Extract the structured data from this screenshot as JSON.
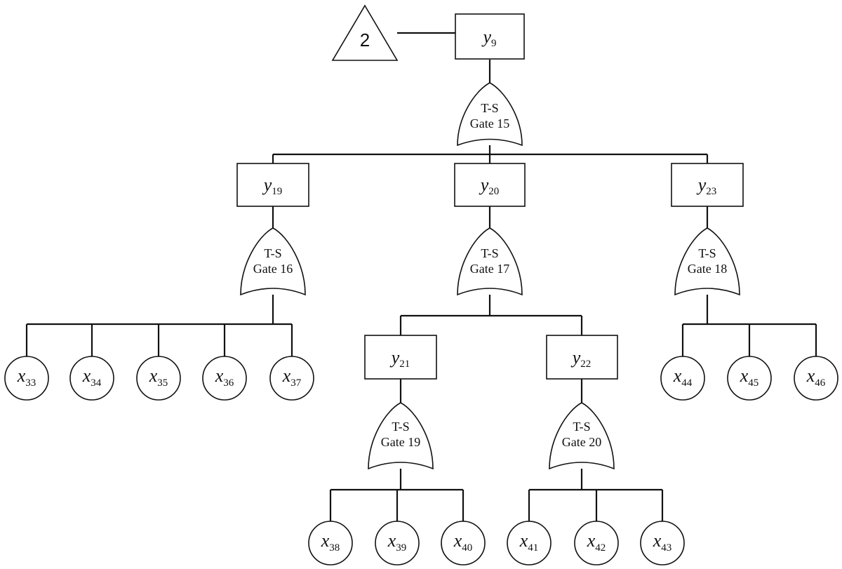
{
  "transfer": {
    "label": "2"
  },
  "top_event": {
    "main": "y",
    "sub": "9"
  },
  "gates": [
    {
      "id": "g15",
      "line1": "T-S",
      "line2": "Gate 15"
    },
    {
      "id": "g16",
      "line1": "T-S",
      "line2": "Gate 16"
    },
    {
      "id": "g17",
      "line1": "T-S",
      "line2": "Gate 17"
    },
    {
      "id": "g18",
      "line1": "T-S",
      "line2": "Gate 18"
    },
    {
      "id": "g19",
      "line1": "T-S",
      "line2": "Gate 19"
    },
    {
      "id": "g20",
      "line1": "T-S",
      "line2": "Gate 20"
    }
  ],
  "intermediate_events": [
    {
      "id": "y19",
      "main": "y",
      "sub": "19"
    },
    {
      "id": "y20",
      "main": "y",
      "sub": "20"
    },
    {
      "id": "y23",
      "main": "y",
      "sub": "23"
    },
    {
      "id": "y21",
      "main": "y",
      "sub": "21"
    },
    {
      "id": "y22",
      "main": "y",
      "sub": "22"
    }
  ],
  "basic_events": [
    {
      "id": "x33",
      "main": "x",
      "sub": "33"
    },
    {
      "id": "x34",
      "main": "x",
      "sub": "34"
    },
    {
      "id": "x35",
      "main": "x",
      "sub": "35"
    },
    {
      "id": "x36",
      "main": "x",
      "sub": "36"
    },
    {
      "id": "x37",
      "main": "x",
      "sub": "37"
    },
    {
      "id": "x38",
      "main": "x",
      "sub": "38"
    },
    {
      "id": "x39",
      "main": "x",
      "sub": "39"
    },
    {
      "id": "x40",
      "main": "x",
      "sub": "40"
    },
    {
      "id": "x41",
      "main": "x",
      "sub": "41"
    },
    {
      "id": "x42",
      "main": "x",
      "sub": "42"
    },
    {
      "id": "x43",
      "main": "x",
      "sub": "43"
    },
    {
      "id": "x44",
      "main": "x",
      "sub": "44"
    },
    {
      "id": "x45",
      "main": "x",
      "sub": "45"
    },
    {
      "id": "x46",
      "main": "x",
      "sub": "46"
    }
  ]
}
